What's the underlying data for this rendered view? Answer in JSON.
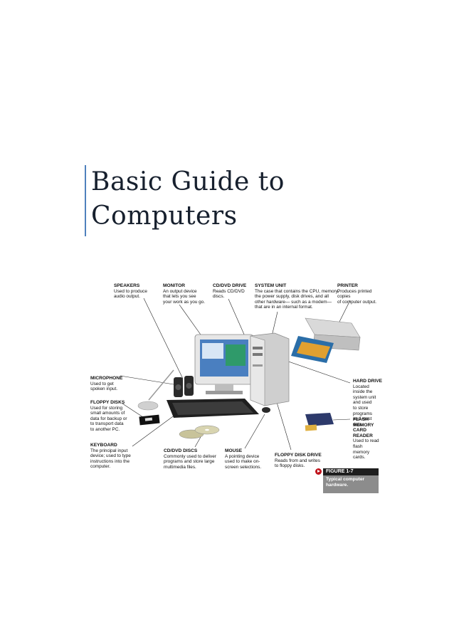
{
  "title_lines": [
    "Basic Guide to",
    "Computers"
  ],
  "figure": {
    "labels": {
      "speakers": {
        "head": "SPEAKERS",
        "desc": "Used to produce\naudio output."
      },
      "monitor": {
        "head": "MONITOR",
        "desc": "An output device\nthat lets you see\nyour work as you go."
      },
      "cddvd_drive": {
        "head": "CD/DVD DRIVE",
        "desc": "Reads CD/DVD\ndiscs."
      },
      "system_unit": {
        "head": "SYSTEM UNIT",
        "desc": "The case that contains the CPU, memory,\nthe power supply, disk drives, and all\nother hardware— such as a modem—\nthat are in an internal format."
      },
      "printer": {
        "head": "PRINTER",
        "desc": "Produces printed copies\nof computer output."
      },
      "microphone": {
        "head": "MICROPHONE",
        "desc": "Used to get\nspoken input."
      },
      "floppy_disks": {
        "head": "FLOPPY DISKS",
        "desc": "Used for storing\nsmall amounts of\ndata for backup or\nto transport data\nto another PC."
      },
      "keyboard": {
        "head": "KEYBOARD",
        "desc": "The principal input\ndevice; used to type\ninstructions into the\ncomputer."
      },
      "cddvd_discs": {
        "head": "CD/DVD DISCS",
        "desc": "Commonly used to deliver\nprograms and store large\nmultimedia files."
      },
      "mouse": {
        "head": "MOUSE",
        "desc": "A pointing device\nused to make on-\nscreen selections."
      },
      "floppy_drive": {
        "head": "FLOPPY DISK DRIVE",
        "desc": "Reads from and writes\nto floppy disks."
      },
      "hard_drive": {
        "head": "HARD DRIVE",
        "desc": "Located inside the\nsystem unit and used\nto store programs\nand most data."
      },
      "card_reader": {
        "head": "FLASH MEMORY\nCARD READER",
        "desc": "Used to read flash\nmemory cards."
      }
    },
    "figure_number": "FIGURE 1-7",
    "caption": "Typical computer\nhardware."
  }
}
